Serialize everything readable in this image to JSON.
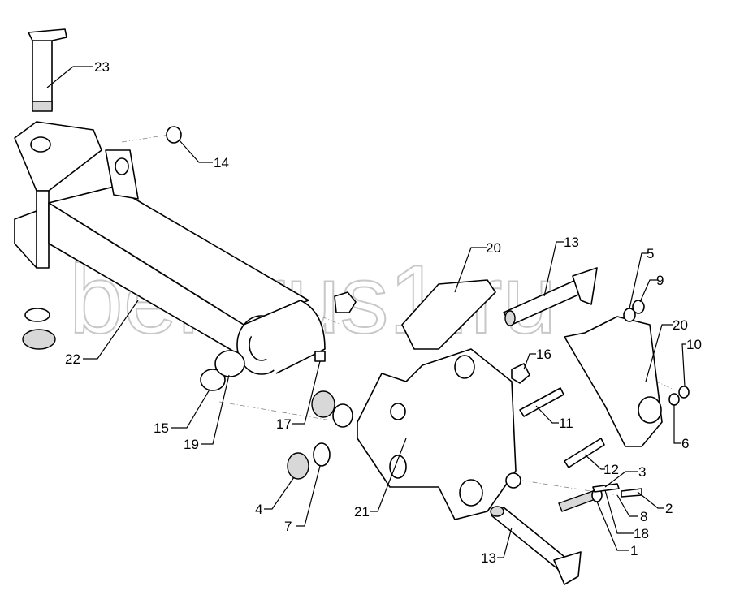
{
  "watermark": "belarus1.ru",
  "callouts": [
    {
      "id": "c23",
      "text": "23"
    },
    {
      "id": "c14",
      "text": "14"
    },
    {
      "id": "c22",
      "text": "22"
    },
    {
      "id": "c15",
      "text": "15"
    },
    {
      "id": "c19",
      "text": "19"
    },
    {
      "id": "c17",
      "text": "17"
    },
    {
      "id": "c4",
      "text": "4"
    },
    {
      "id": "c7",
      "text": "7"
    },
    {
      "id": "c21",
      "text": "21"
    },
    {
      "id": "c20a",
      "text": "20"
    },
    {
      "id": "c13a",
      "text": "13"
    },
    {
      "id": "c5",
      "text": "5"
    },
    {
      "id": "c9",
      "text": "9"
    },
    {
      "id": "c20b",
      "text": "20"
    },
    {
      "id": "c10",
      "text": "10"
    },
    {
      "id": "c16",
      "text": "16"
    },
    {
      "id": "c11",
      "text": "11"
    },
    {
      "id": "c6",
      "text": "6"
    },
    {
      "id": "c12",
      "text": "12"
    },
    {
      "id": "c3",
      "text": "3"
    },
    {
      "id": "c2",
      "text": "2"
    },
    {
      "id": "c8",
      "text": "8"
    },
    {
      "id": "c18",
      "text": "18"
    },
    {
      "id": "c1",
      "text": "1"
    },
    {
      "id": "c13b",
      "text": "13"
    }
  ]
}
